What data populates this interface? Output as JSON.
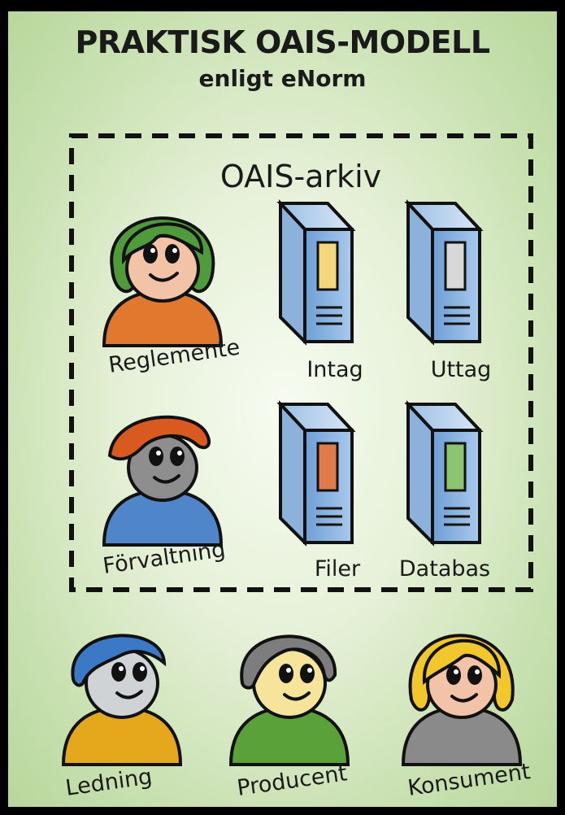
{
  "title": "PRAKTISK OAIS-MODELL",
  "subtitle": "enligt eNorm",
  "archive": {
    "label": "OAIS-arkiv"
  },
  "internal_roles": [
    {
      "label": "Reglemente",
      "hair_color": "#4f9a3a",
      "shirt_color": "#e0782e",
      "skin_color": "#f2c3a6"
    },
    {
      "label": "Förvaltning",
      "hair_color": "#d85a1e",
      "shirt_color": "#4f86c9",
      "skin_color": "#8e8e8e"
    }
  ],
  "servers": [
    {
      "label": "Intag",
      "accent_color": "#f4d77a"
    },
    {
      "label": "Uttag",
      "accent_color": "#d8d8d8"
    },
    {
      "label": "Filer",
      "accent_color": "#e07a4c"
    },
    {
      "label": "Databas",
      "accent_color": "#8cc46f"
    }
  ],
  "external_roles": [
    {
      "label": "Ledning",
      "hair_color": "#3b79c6",
      "shirt_color": "#e5a81c",
      "skin_color": "#cfd3d6"
    },
    {
      "label": "Producent",
      "hair_color": "#7d7d7d",
      "shirt_color": "#5aa13a",
      "skin_color": "#f5e49a"
    },
    {
      "label": "Konsument",
      "hair_color": "#f1c72b",
      "shirt_color": "#8a8a8a",
      "skin_color": "#f2c3a6"
    }
  ]
}
